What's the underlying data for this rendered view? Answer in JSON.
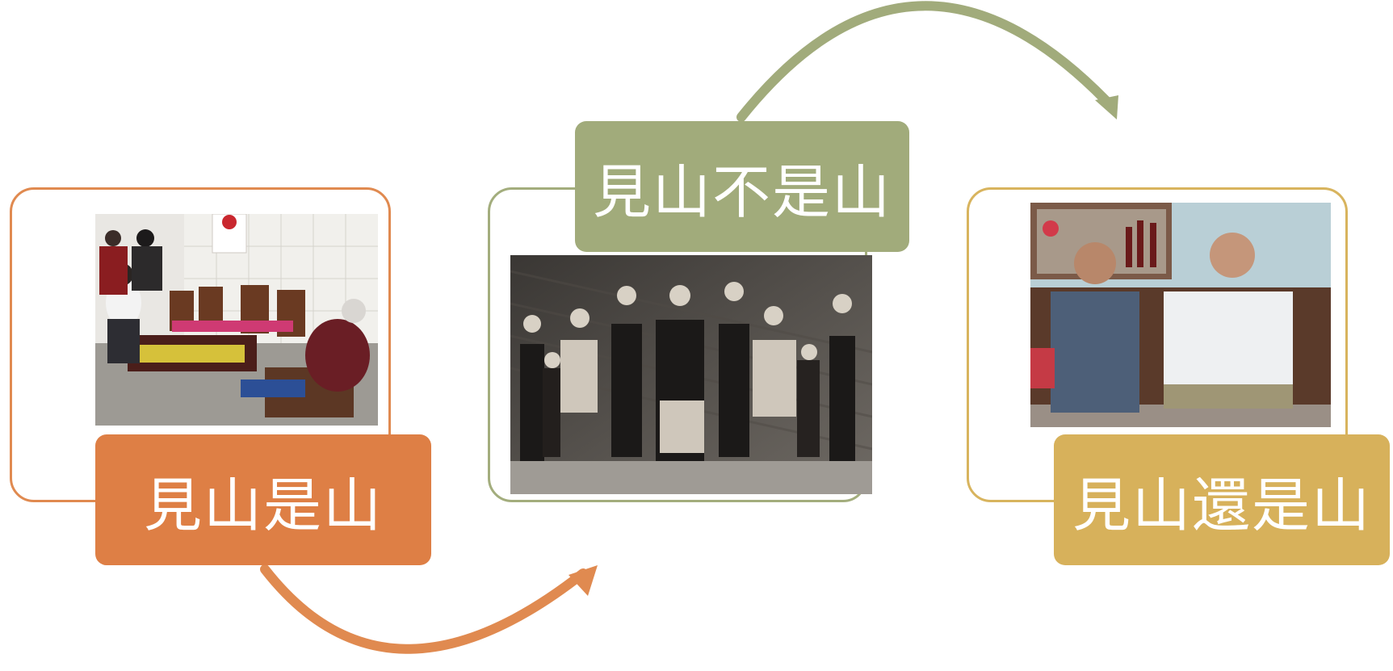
{
  "stages": [
    {
      "label": "見山是山",
      "color": "#de7f45",
      "photo_description_name": "tea-room-photo"
    },
    {
      "label": "見山不是山",
      "color": "#a1ab7b",
      "photo_description_name": "family-portrait-photo"
    },
    {
      "label": "見山還是山",
      "color": "#d7b15b",
      "photo_description_name": "two-elders-photo"
    }
  ],
  "colors": {
    "orange": "#de7f45",
    "olive": "#a1ab7b",
    "gold": "#d7b15b"
  }
}
